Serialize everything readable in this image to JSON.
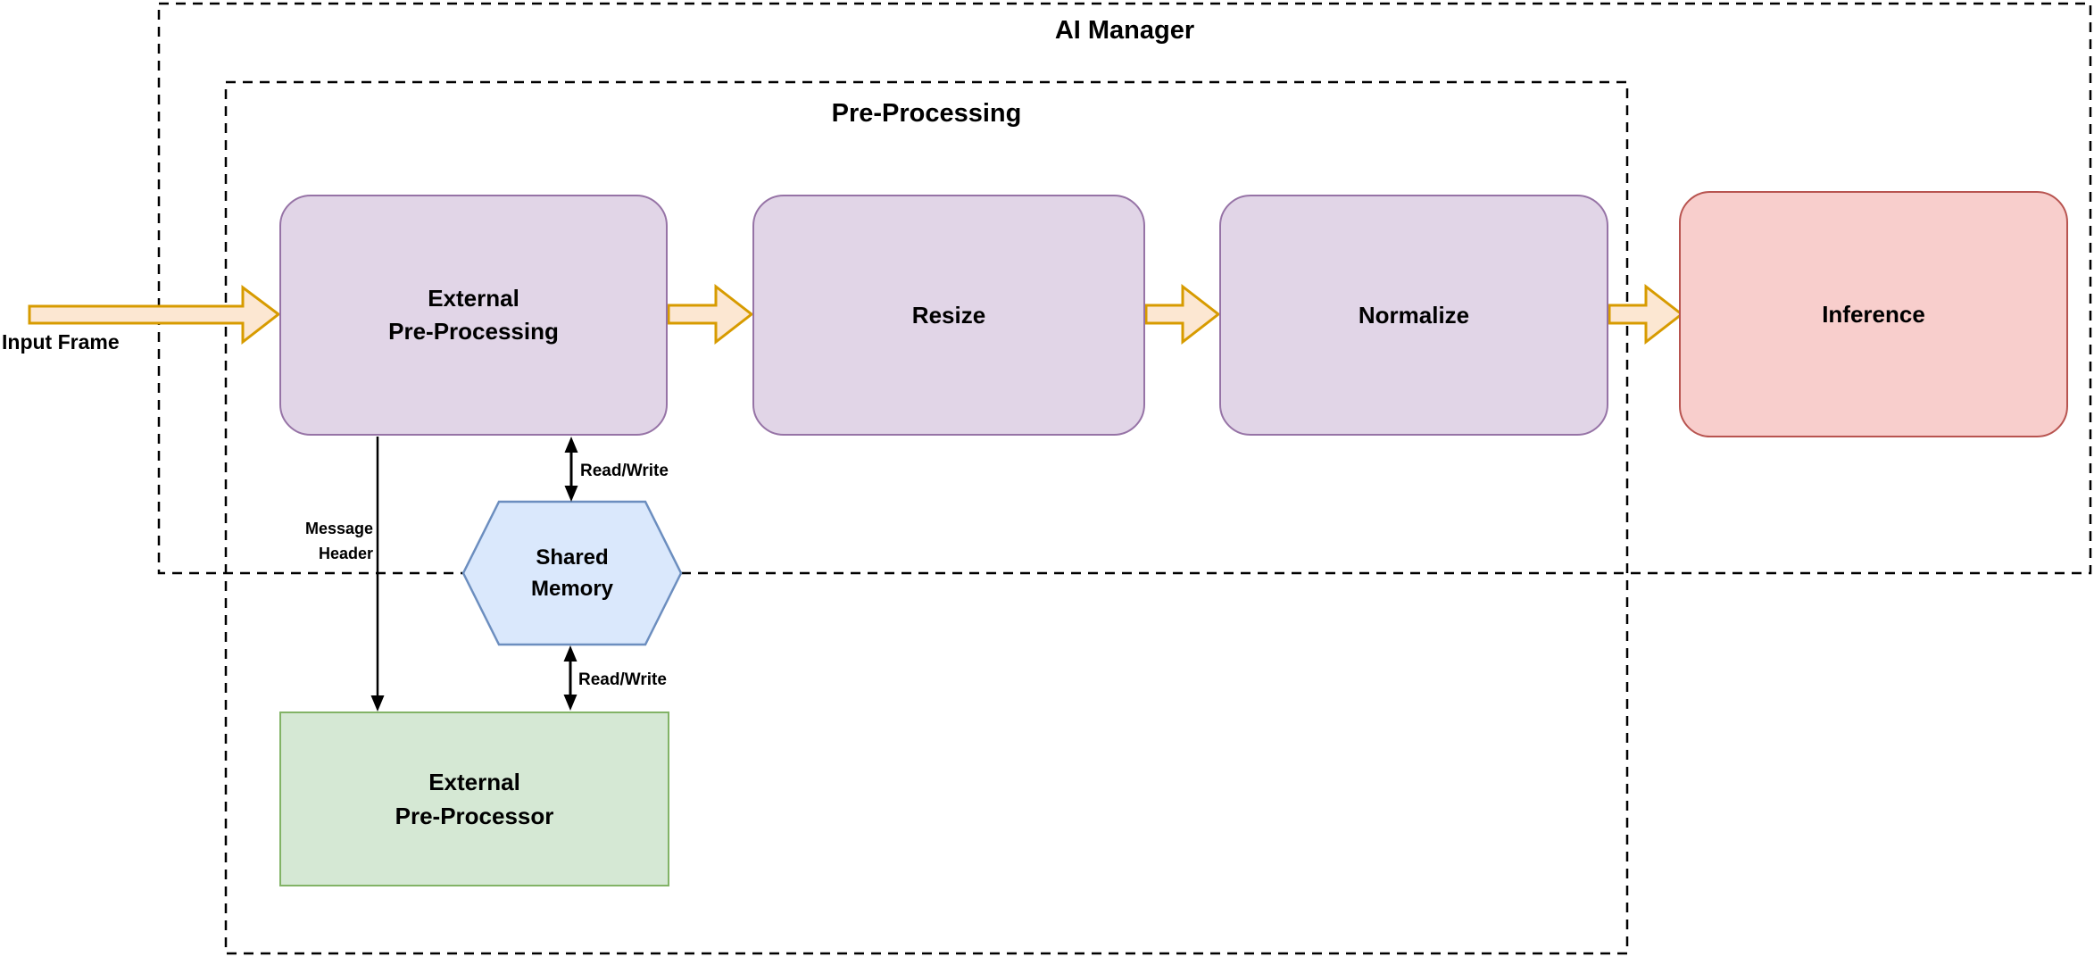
{
  "diagram": {
    "groups": {
      "ai_manager": {
        "label": "AI Manager"
      },
      "pre_processing": {
        "label": "Pre-Processing"
      }
    },
    "nodes": {
      "external_pre_processing": {
        "label_line1": "External",
        "label_line2": "Pre-Processing",
        "fill": "#E1D5E7",
        "stroke": "#9673A6"
      },
      "resize": {
        "label": "Resize",
        "fill": "#E1D5E7",
        "stroke": "#9673A6"
      },
      "normalize": {
        "label": "Normalize",
        "fill": "#E1D5E7",
        "stroke": "#9673A6"
      },
      "inference": {
        "label": "Inference",
        "fill": "#F8CECC",
        "stroke": "#B85450"
      },
      "shared_memory": {
        "label_line1": "Shared",
        "label_line2": "Memory",
        "fill": "#DAE8FC",
        "stroke": "#6C8EBF"
      },
      "external_pre_processor": {
        "label_line1": "External",
        "label_line2": "Pre-Processor",
        "fill": "#D5E8D4",
        "stroke": "#82B366"
      }
    },
    "edges": {
      "input_frame": {
        "label": "Input Frame"
      },
      "message_header": {
        "label_line1": "Message",
        "label_line2": "Header"
      },
      "read_write_top": {
        "label": "Read/Write"
      },
      "read_write_bottom": {
        "label": "Read/Write"
      }
    },
    "colors": {
      "flow_arrow_fill": "#FCE7D2",
      "flow_arrow_stroke": "#D79B00",
      "connector": "#000000",
      "group_border": "#000000",
      "background": "#FFFFFF"
    }
  }
}
